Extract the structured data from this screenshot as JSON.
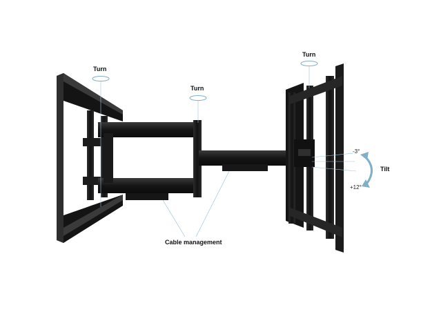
{
  "labels": {
    "turn_left": "Turn",
    "turn_middle": "Turn",
    "turn_right": "Turn",
    "tilt": "Tilt",
    "tilt_up": "-3°",
    "tilt_down": "+12°",
    "cable_management": "Cable management"
  },
  "colors": {
    "metal": "#151515",
    "metal_highlight": "#3a3a3a",
    "guide_line": "#9fc7d6",
    "arrow": "#7fb0c8"
  }
}
